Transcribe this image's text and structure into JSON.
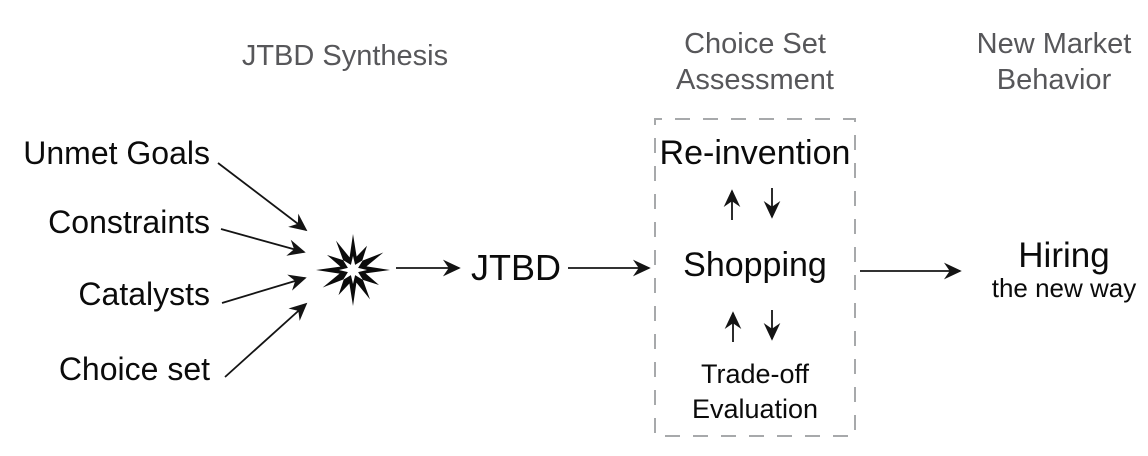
{
  "headers": {
    "jtbd_synthesis": "JTBD Synthesis",
    "choice_set_line1": "Choice Set",
    "choice_set_line2": "Assessment",
    "new_market_line1": "New Market",
    "new_market_line2": "Behavior"
  },
  "inputs": {
    "items": [
      {
        "label": "Unmet Goals"
      },
      {
        "label": "Constraints"
      },
      {
        "label": "Catalysts"
      },
      {
        "label": "Choice set"
      }
    ]
  },
  "flow": {
    "jtbd_label": "JTBD"
  },
  "choice_set_box": {
    "top_option": "Re-invention",
    "middle_option": "Shopping",
    "bottom_option_line1": "Trade-off",
    "bottom_option_line2": "Evaluation"
  },
  "outcome": {
    "title": "Hiring",
    "subtitle": "the new way"
  },
  "icons": {
    "burst": "starburst-collision-icon",
    "up_arrow": "arrow-up-icon",
    "down_arrow": "arrow-down-icon",
    "flow_arrow": "arrow-right-icon"
  },
  "colors": {
    "text_black": "#0b0b0b",
    "header_gray": "#57575a",
    "dash_gray": "#a7a9ab"
  }
}
